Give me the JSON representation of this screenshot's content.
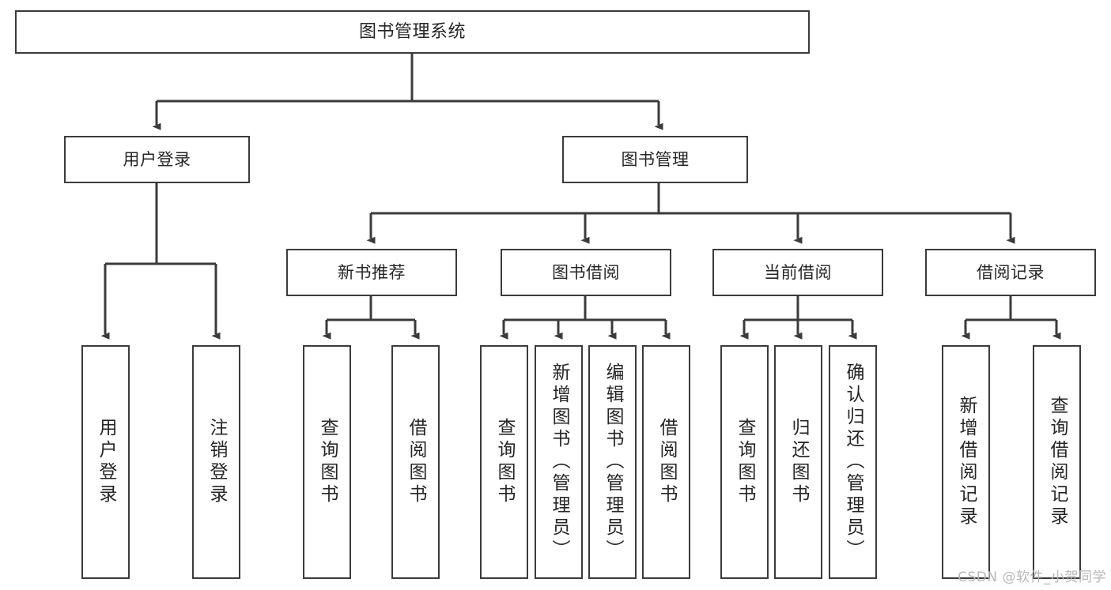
{
  "diagram": {
    "title": "图书管理系统",
    "type": "tree",
    "orientation": "top-down",
    "line_color": "#3b3b3b",
    "box_fill": "#ffffff",
    "box_border_color": "#3b3b3b",
    "text_color": "#262626"
  },
  "nodes": {
    "root": {
      "label": "图书管理系统",
      "level": 1
    },
    "l2": [
      {
        "id": "user-login",
        "label": "用户登录",
        "level": 2
      },
      {
        "id": "book-manage",
        "label": "图书管理",
        "level": 2
      }
    ],
    "l3": [
      {
        "id": "new-book-recommend",
        "label": "新书推荐",
        "level": 3,
        "parent": "book-manage"
      },
      {
        "id": "book-borrow",
        "label": "图书借阅",
        "level": 3,
        "parent": "book-manage"
      },
      {
        "id": "current-borrow",
        "label": "当前借阅",
        "level": 3,
        "parent": "book-manage"
      },
      {
        "id": "borrow-record",
        "label": "借阅记录",
        "level": 3,
        "parent": "book-manage"
      }
    ],
    "leaves": [
      {
        "id": "leaf-user-login",
        "label": "用户登录",
        "parent": "user-login"
      },
      {
        "id": "leaf-logout-login",
        "label": "注销登录",
        "parent": "user-login"
      },
      {
        "id": "leaf-query-book-1",
        "label": "查询图书",
        "parent": "new-book-recommend"
      },
      {
        "id": "leaf-borrow-book-1",
        "label": "借阅图书",
        "parent": "new-book-recommend"
      },
      {
        "id": "leaf-query-book-2",
        "label": "查询图书",
        "parent": "book-borrow"
      },
      {
        "id": "leaf-add-book",
        "label": "新增图书（管理员）",
        "parent": "book-borrow"
      },
      {
        "id": "leaf-edit-book",
        "label": "编辑图书（管理员）",
        "parent": "book-borrow"
      },
      {
        "id": "leaf-borrow-book-2",
        "label": "借阅图书",
        "parent": "book-borrow"
      },
      {
        "id": "leaf-query-book-3",
        "label": "查询图书",
        "parent": "current-borrow"
      },
      {
        "id": "leaf-return-book",
        "label": "归还图书",
        "parent": "current-borrow"
      },
      {
        "id": "leaf-confirm-return",
        "label": "确认归还（管理员）",
        "parent": "current-borrow"
      },
      {
        "id": "leaf-add-record",
        "label": "新增借阅记录",
        "parent": "borrow-record"
      },
      {
        "id": "leaf-query-record",
        "label": "查询借阅记录",
        "parent": "borrow-record"
      }
    ]
  },
  "watermark": {
    "text": "CSDN @软件_小贺同学"
  }
}
